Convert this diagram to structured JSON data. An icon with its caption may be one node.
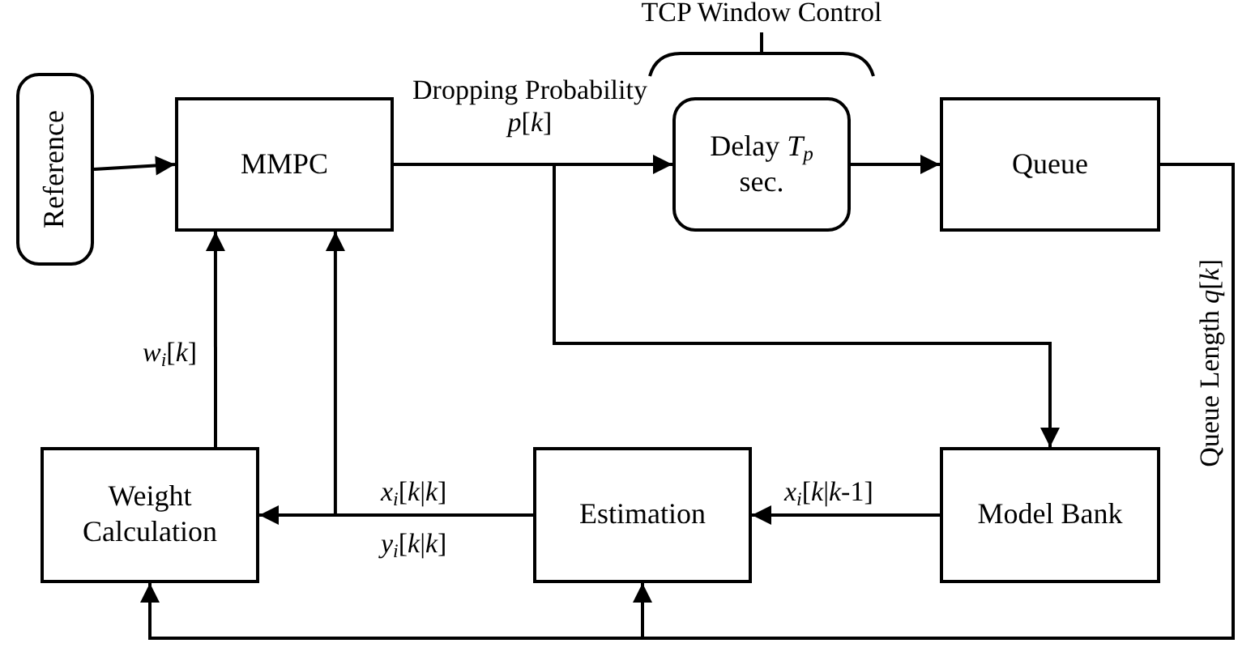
{
  "diagram": {
    "nodes": [
      {
        "text": [
          "Reference"
        ]
      },
      {
        "text": [
          "MMPC"
        ]
      },
      {
        "text": [
          "Delay *T*$_{p}$ sec."
        ],
        "beside": [
          "TCP Window Control"
        ]
      },
      {
        "text": [
          "Queue"
        ]
      },
      {
        "text": [
          "Weight Calculation"
        ]
      },
      {
        "text": [
          "Estimation"
        ]
      },
      {
        "text": [
          "Model Bank"
        ]
      }
    ],
    "edges": [
      {
        "from": 0,
        "to": 1,
        "arrow": "to"
      },
      {
        "from": 1,
        "to": 2,
        "arrow": "to",
        "label": "Dropping Probability *p*[*k*]"
      },
      {
        "from": 2,
        "to": 3,
        "arrow": "to"
      },
      {
        "from": 3,
        "to": 4,
        "arrow": "to",
        "label": "Queue Length *q*[*k*]"
      },
      {
        "from": 3,
        "to": 5,
        "arrow": "to"
      },
      {
        "from": 1,
        "to": 6,
        "arrow": "to"
      },
      {
        "from": 4,
        "to": 1,
        "arrow": "to",
        "label": "*w*$_{i}$[*k*]"
      },
      {
        "from": 5,
        "to": 4,
        "arrow": "to",
        "label": "*x*$_{i}$[*k*|*k*]"
      },
      {
        "from": 5,
        "to": 1,
        "arrow": "to"
      },
      {
        "from": 6,
        "to": 5,
        "arrow": "to",
        "label": "*x*$_{i}$[*k*|*k*-1]"
      }
    ],
    "labels": [
      "*y*$_{i}$[*k*|*k*]"
    ]
  }
}
